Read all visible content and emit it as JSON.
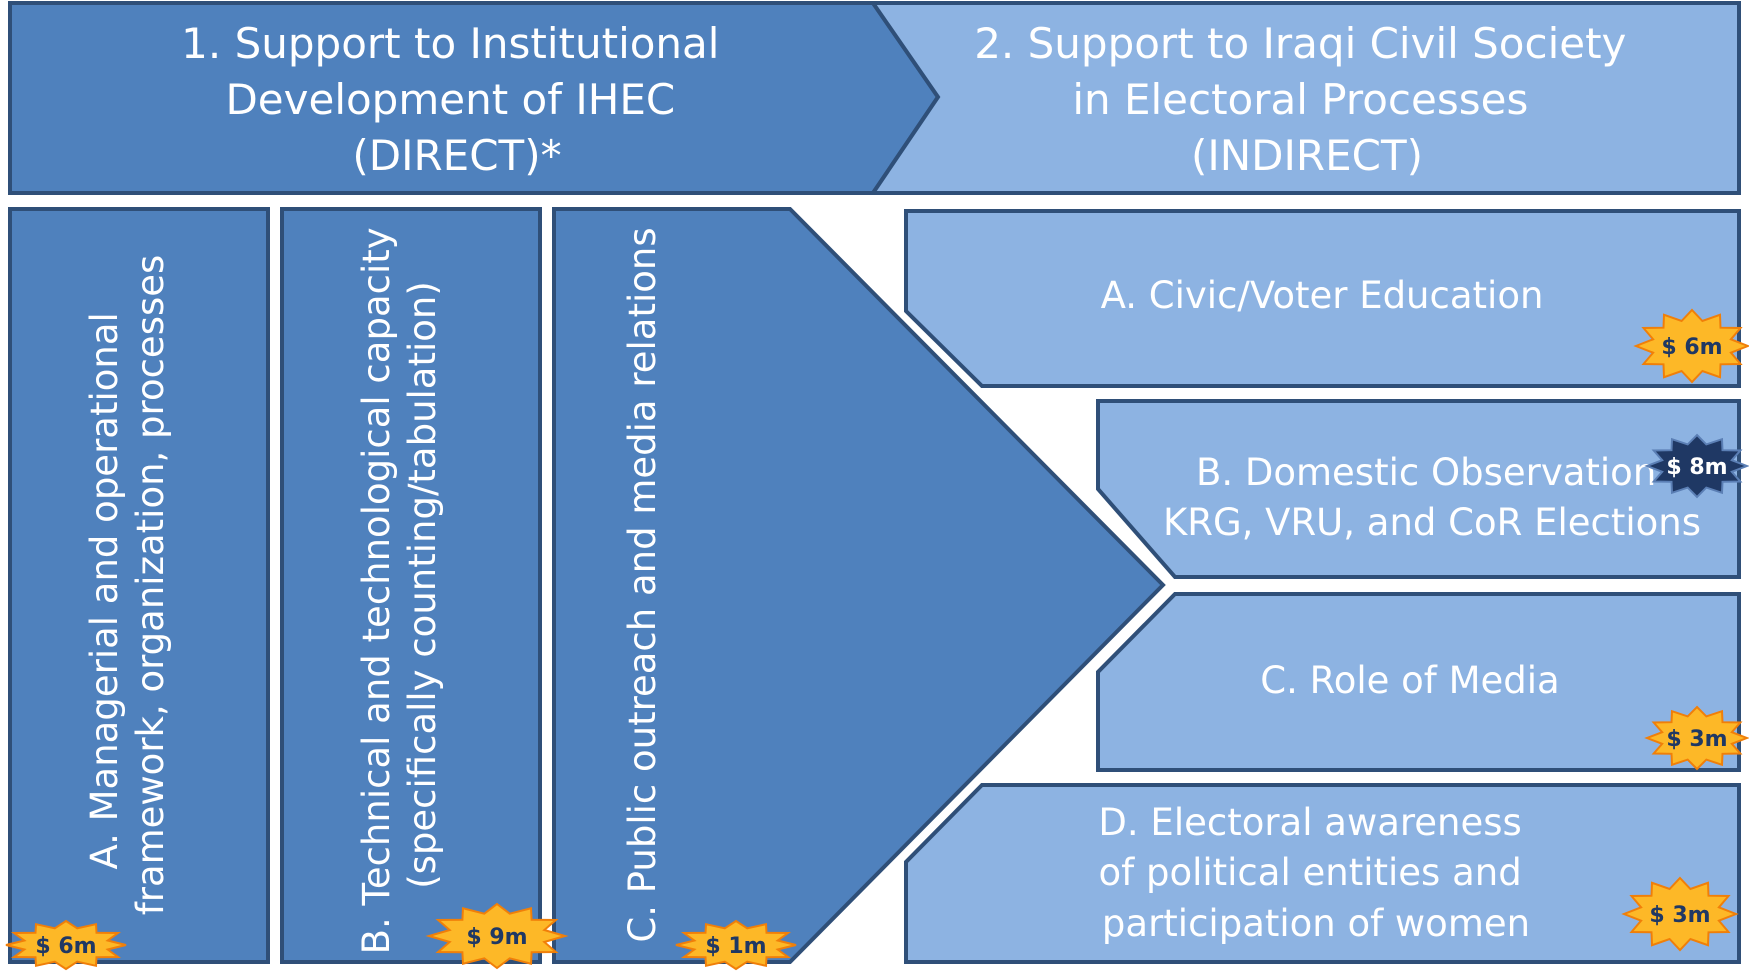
{
  "header": {
    "direct_lines": [
      "1.   Support to Institutional",
      "Development of IHEC",
      "(DIRECT)*"
    ],
    "indirect_lines": [
      "2. Support to Iraqi Civil Society",
      "in Electoral Processes",
      "(INDIRECT)"
    ]
  },
  "direct_items": [
    {
      "lines": [
        "A. Managerial and operational",
        "framework, organization, processes"
      ],
      "budget": "$ 6m"
    },
    {
      "lines": [
        "B. Technical and technological capacity",
        "(specifically counting/tabulation)"
      ],
      "budget": "$ 9m"
    },
    {
      "lines": [
        "C. Public outreach and media relations"
      ],
      "budget": "$ 1m"
    }
  ],
  "indirect_items": [
    {
      "lines": [
        "A. Civic/Voter Education"
      ],
      "budget": "$ 6m"
    },
    {
      "lines": [
        "B. Domestic Observation",
        "KRG, VRU, and CoR Elections"
      ],
      "budget": "$ 8m"
    },
    {
      "lines": [
        "C. Role of Media"
      ],
      "budget": "$ 3m"
    },
    {
      "lines": [
        "D. Electoral awareness",
        "of political entities and",
        "participation of women"
      ],
      "budget": "$ 3m"
    }
  ],
  "colors": {
    "direct_fill": "#4f81bd",
    "indirect_fill": "#8db3e2",
    "border": "#2f4f78",
    "badge_orange": "#fdb827",
    "badge_orange_text": "#1f3864",
    "badge_navy": "#1f3864",
    "badge_navy_text": "#ffffff"
  }
}
